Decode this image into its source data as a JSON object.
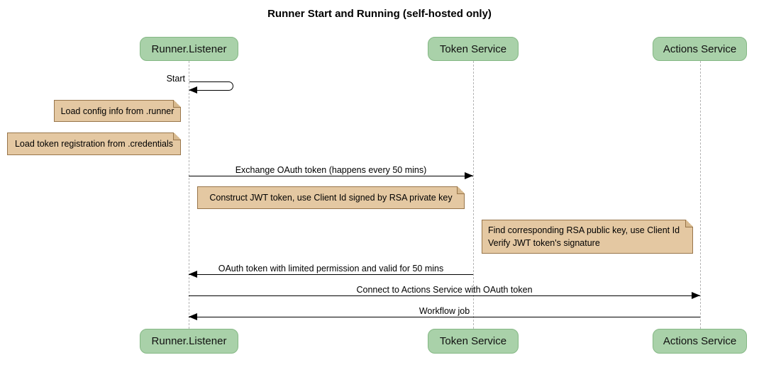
{
  "title": "Runner Start and Running (self-hosted only)",
  "diagram_type": "sequence",
  "participants": [
    {
      "name": "Runner.Listener"
    },
    {
      "name": "Token Service"
    },
    {
      "name": "Actions Service"
    }
  ],
  "messages": [
    {
      "label": "Start",
      "from": "Runner.Listener",
      "to": "Runner.Listener",
      "kind": "self"
    },
    {
      "label": "Exchange OAuth token (happens every 50 mins)",
      "from": "Runner.Listener",
      "to": "Token Service",
      "kind": "solid-arrow"
    },
    {
      "label": "OAuth token with limited permission and valid for 50 mins",
      "from": "Token Service",
      "to": "Runner.Listener",
      "kind": "solid-arrow"
    },
    {
      "label": "Connect to Actions Service with OAuth token",
      "from": "Runner.Listener",
      "to": "Actions Service",
      "kind": "solid-arrow"
    },
    {
      "label": "Workflow job",
      "from": "Actions Service",
      "to": "Runner.Listener",
      "kind": "solid-arrow"
    }
  ],
  "notes": [
    {
      "attached_to": "Runner.Listener",
      "position": "left",
      "text": "Load config info from .runner"
    },
    {
      "attached_to": "Runner.Listener",
      "position": "left",
      "text": "Load token registration from .credentials"
    },
    {
      "attached_to": "Runner.Listener",
      "position": "right",
      "text": "Construct JWT token, use Client Id signed by RSA private key"
    },
    {
      "attached_to": "Token Service",
      "position": "right",
      "lines": [
        "Find corresponding RSA public key, use Client Id",
        "Verify JWT token's signature"
      ]
    }
  ],
  "colors": {
    "background": "#ffffff",
    "participant_fill": "#a9d1a9",
    "participant_border": "#84b884",
    "participant_text": "#111111",
    "note_fill": "#e4c8a2",
    "note_border": "#98754a",
    "note_fold": "#d7b98e",
    "lifeline": "#b4b4b4",
    "message_line": "#000000",
    "text": "#000000"
  }
}
